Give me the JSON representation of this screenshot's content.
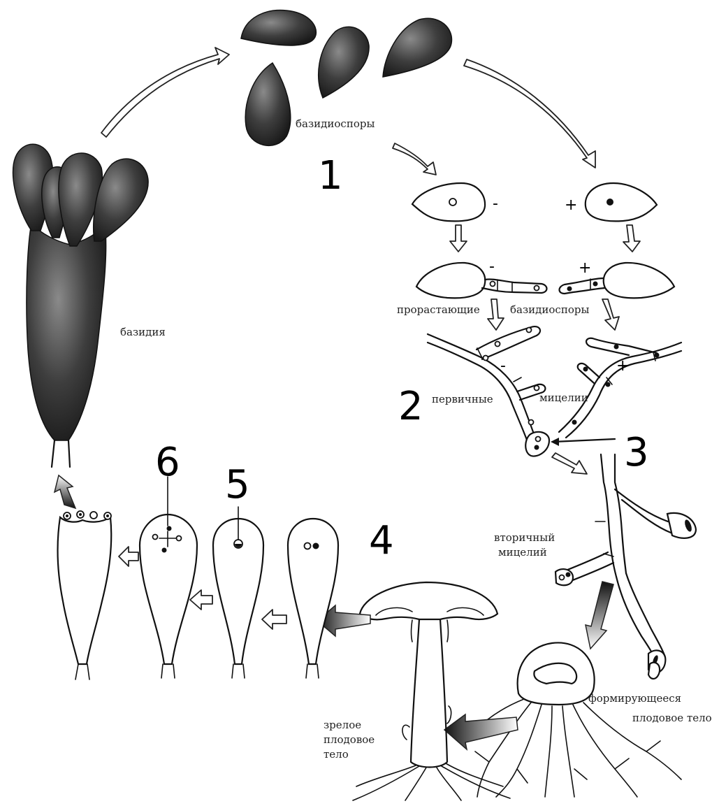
{
  "labels": {
    "basidiospores_top": "базидиоспоры",
    "basidium": "базидия",
    "germinating": "прорастающие",
    "basidiospores_mid": "базидиоспоры",
    "primary": "первичные",
    "mycelia": "мицелии",
    "secondary_line1": "вторичный",
    "secondary_line2": "мицелий",
    "mature_line1": "зрелое",
    "mature_line2": "плодовое",
    "mature_line3": "тело",
    "forming_line1": "формирующееся",
    "forming_line2": "плодовое тело"
  },
  "numbers": {
    "n1": "1",
    "n2": "2",
    "n3": "3",
    "n4": "4",
    "n5": "5",
    "n6": "6"
  },
  "signs": {
    "minus_spore": "-",
    "plus_spore": "+",
    "minus_germ": "-",
    "plus_germ": "+",
    "minus_myc": "-",
    "plus_myc": "+"
  },
  "colors": {
    "ink": "#111111",
    "background": "#ffffff"
  }
}
